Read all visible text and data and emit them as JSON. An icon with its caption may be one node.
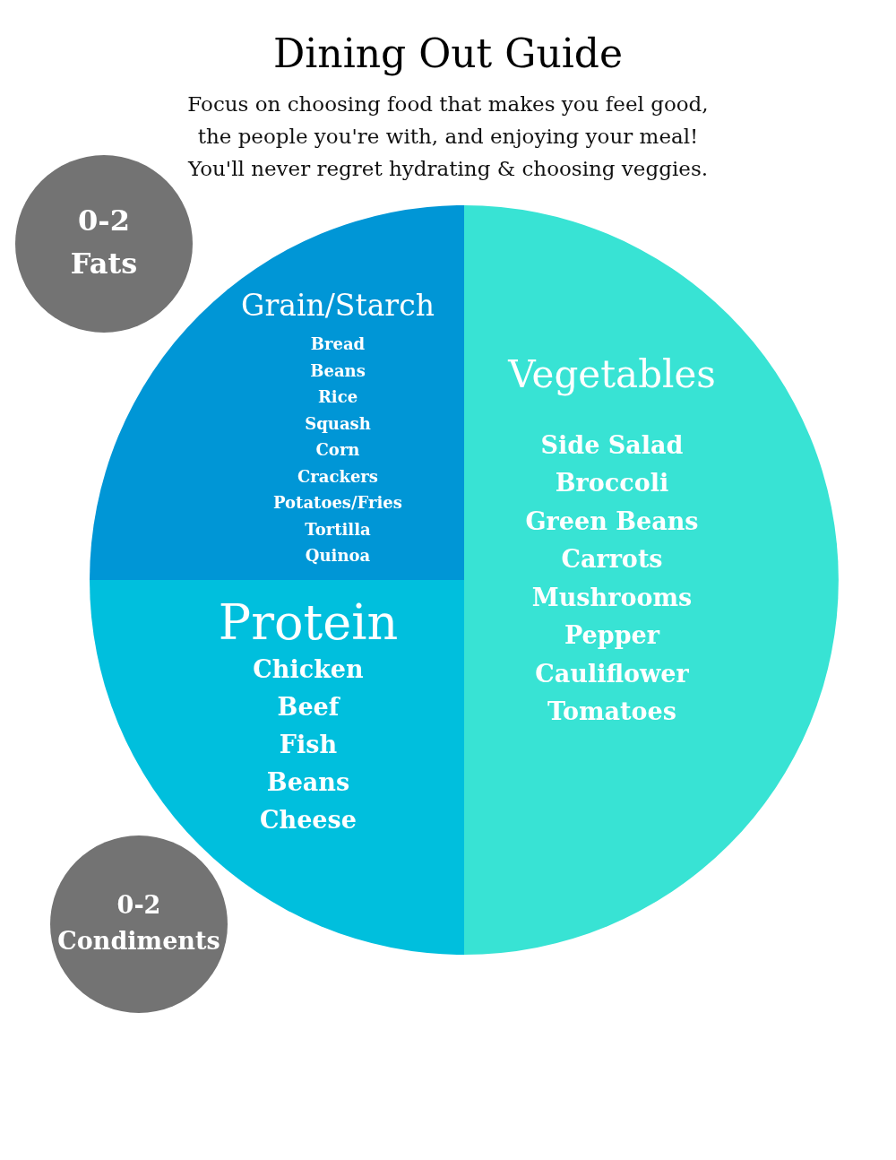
{
  "diagram": {
    "title": "Dining Out Guide",
    "nodes": [
      {
        "text": [
          "Grain/Starch",
          "Bread",
          "Beans",
          "Rice",
          "Squash",
          "Corn",
          "Crackers",
          "Potatoes/Fries",
          "Tortilla",
          "Quinoa"
        ]
      },
      {
        "text": [
          "Protein",
          "Chicken",
          "Beef",
          "Fish",
          "Beans",
          "Cheese"
        ]
      },
      {
        "text": [
          "Vegetables",
          "Side Salad",
          "Broccoli",
          "Green Beans",
          "Carrots",
          "Mushrooms",
          "Pepper",
          "Cauliflower",
          "Tomatoes"
        ]
      },
      {
        "text": [
          "0-2",
          "Fats"
        ]
      },
      {
        "text": [
          "0-2",
          "Condiments"
        ]
      }
    ],
    "labels": [
      "Focus on choosing food that makes you feel good, the people you're with, and enjoying your meal! You'll never regret hydrating & choosing veggies."
    ]
  }
}
